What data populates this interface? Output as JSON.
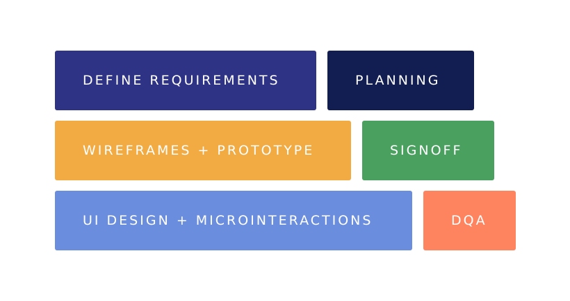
{
  "blocks": [
    {
      "label": "DEFINE REQUIREMENTS",
      "color": "#2e3386"
    },
    {
      "label": "PLANNING",
      "color": "#121e52"
    },
    {
      "label": "WIREFRAMES + PROTOTYPE",
      "color": "#f2aa42"
    },
    {
      "label": "SIGNOFF",
      "color": "#49a05f"
    },
    {
      "label": "UI DESIGN + MICROINTERACTIONS",
      "color": "#6a8ddd"
    },
    {
      "label": "DQA",
      "color": "#fe845f"
    }
  ]
}
